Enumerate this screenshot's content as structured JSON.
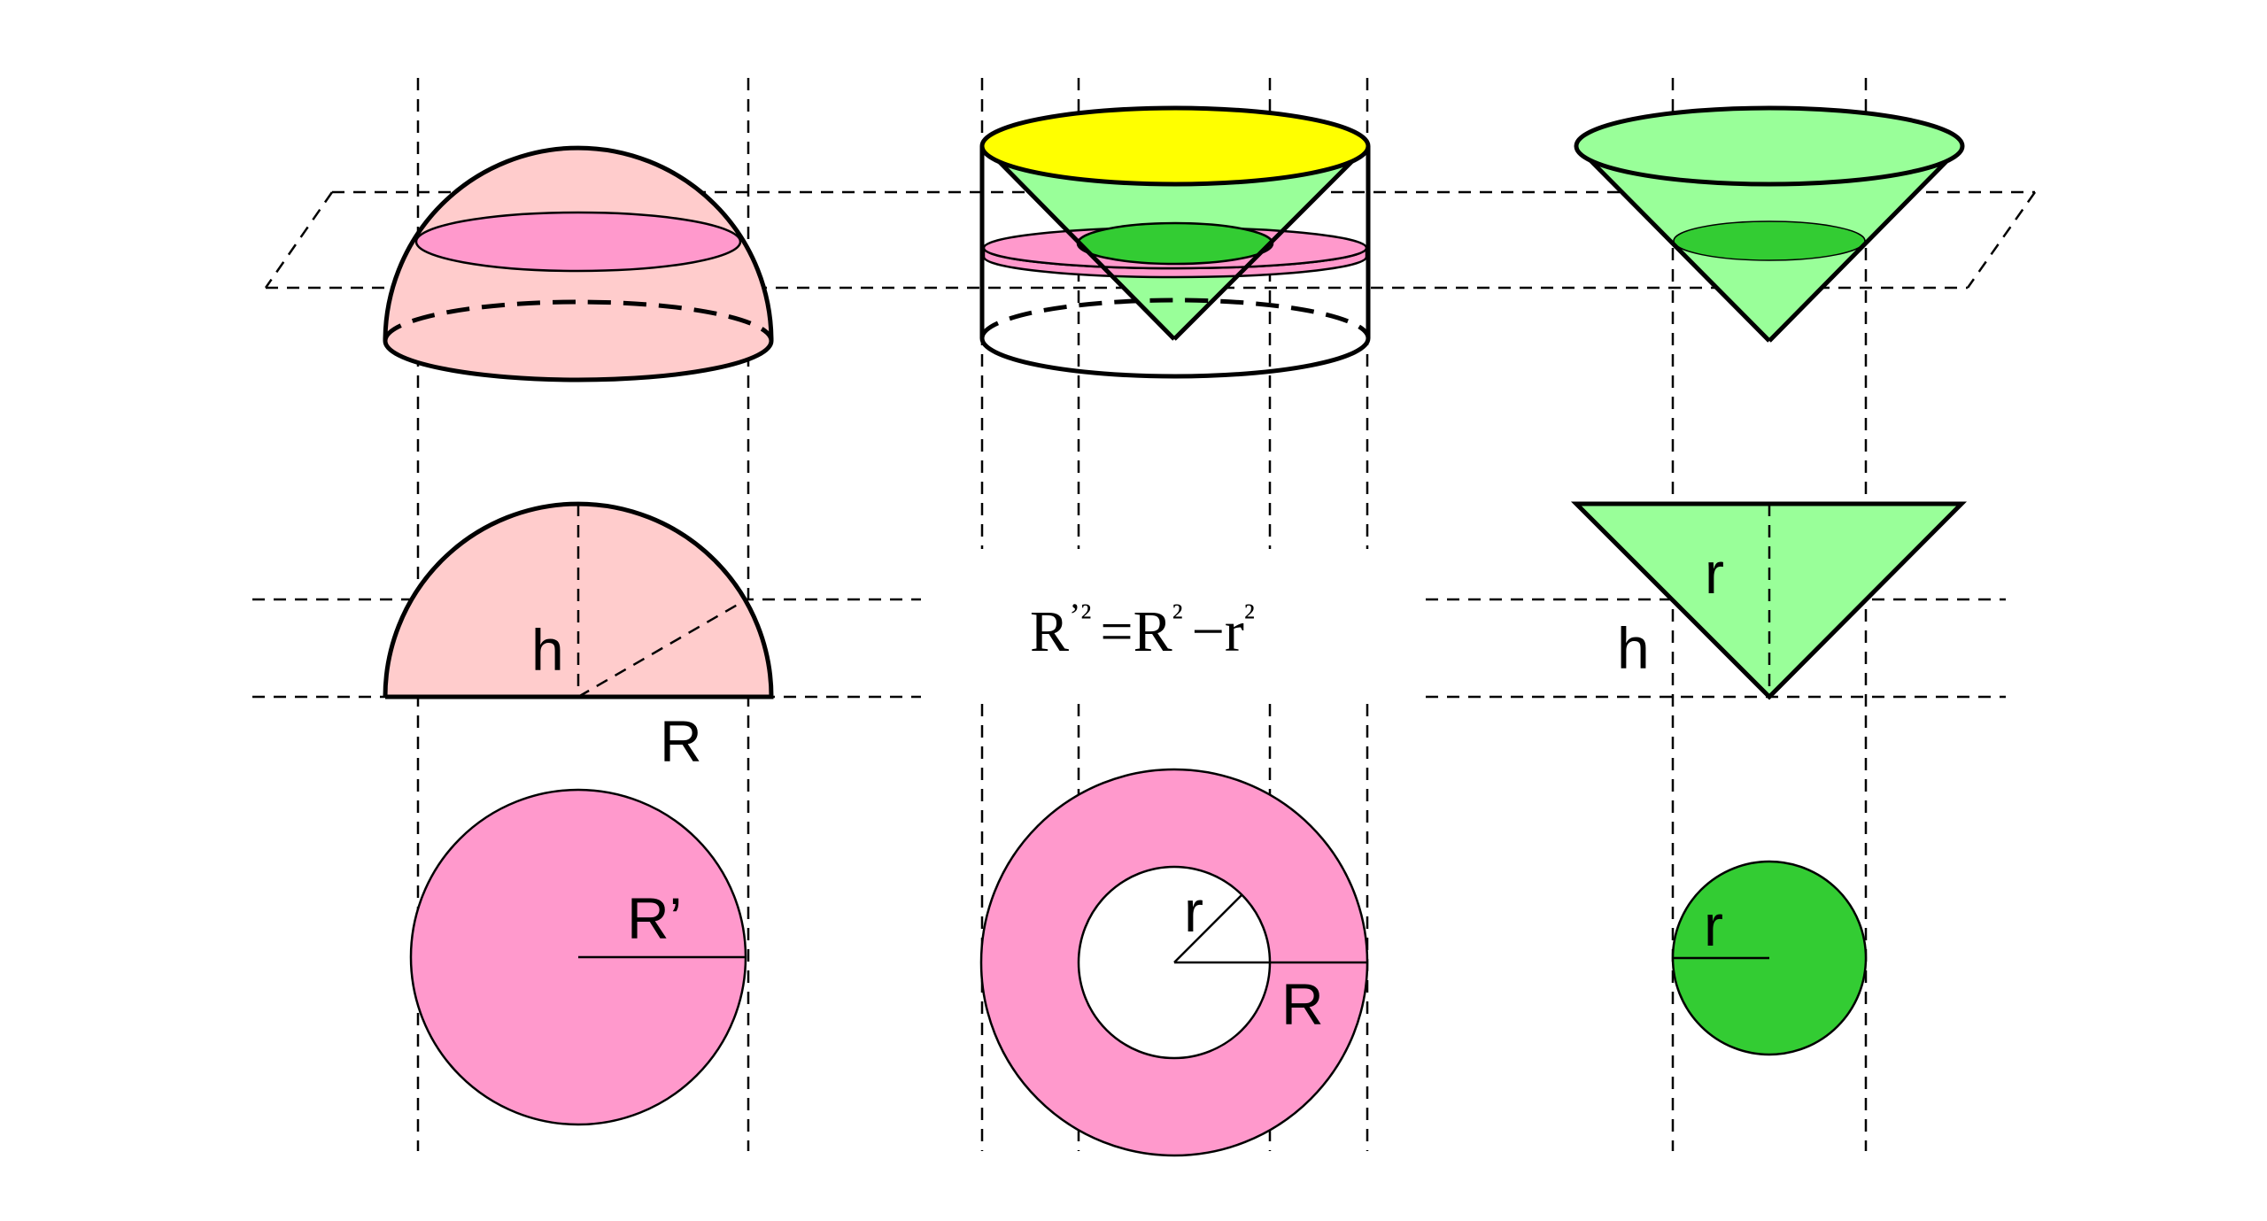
{
  "colors": {
    "hemisphere_fill": "#FFCCCC",
    "section_pink": "#FF99CC",
    "cylinder_top": "#FFFF00",
    "cone_fill": "#99FF99",
    "cone_section": "#33CC33",
    "line": "#000000"
  },
  "labels": {
    "hemisphere_height": "h",
    "hemisphere_radius": "R",
    "section_radius": "R’",
    "annulus_inner_radius": "r",
    "annulus_outer_radius": "R",
    "cone_radius": "r",
    "cone_height": "h",
    "cone_disc_radius": "r"
  },
  "formula": {
    "lhs_base": "R",
    "lhs_exp": "’²",
    "equals": "=",
    "term1_base": "R",
    "term1_exp": "²",
    "minus": "−",
    "term2_base": "r",
    "term2_exp": "²"
  }
}
